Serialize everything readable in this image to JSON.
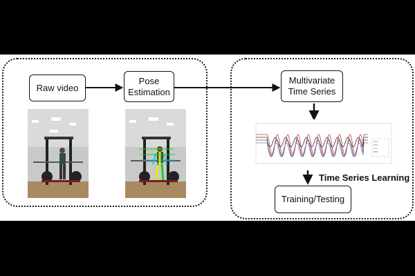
{
  "nodes": {
    "raw_video": "Raw video",
    "pose_estimation": "Pose\nEstimation",
    "multivariate_ts": "Multivariate\nTime Series",
    "training_testing": "Training/Testing"
  },
  "edge_labels": {
    "time_series_learning": "Time Series Learning"
  },
  "icons": {
    "arrow": "arrow-right-icon",
    "down_arrow": "arrow-down-icon"
  },
  "colors": {
    "line": "#111111",
    "keypoint_green": "#22cc22",
    "keypoint_yellow": "#f2e600",
    "keypoint_cyan": "#19c9e0"
  }
}
